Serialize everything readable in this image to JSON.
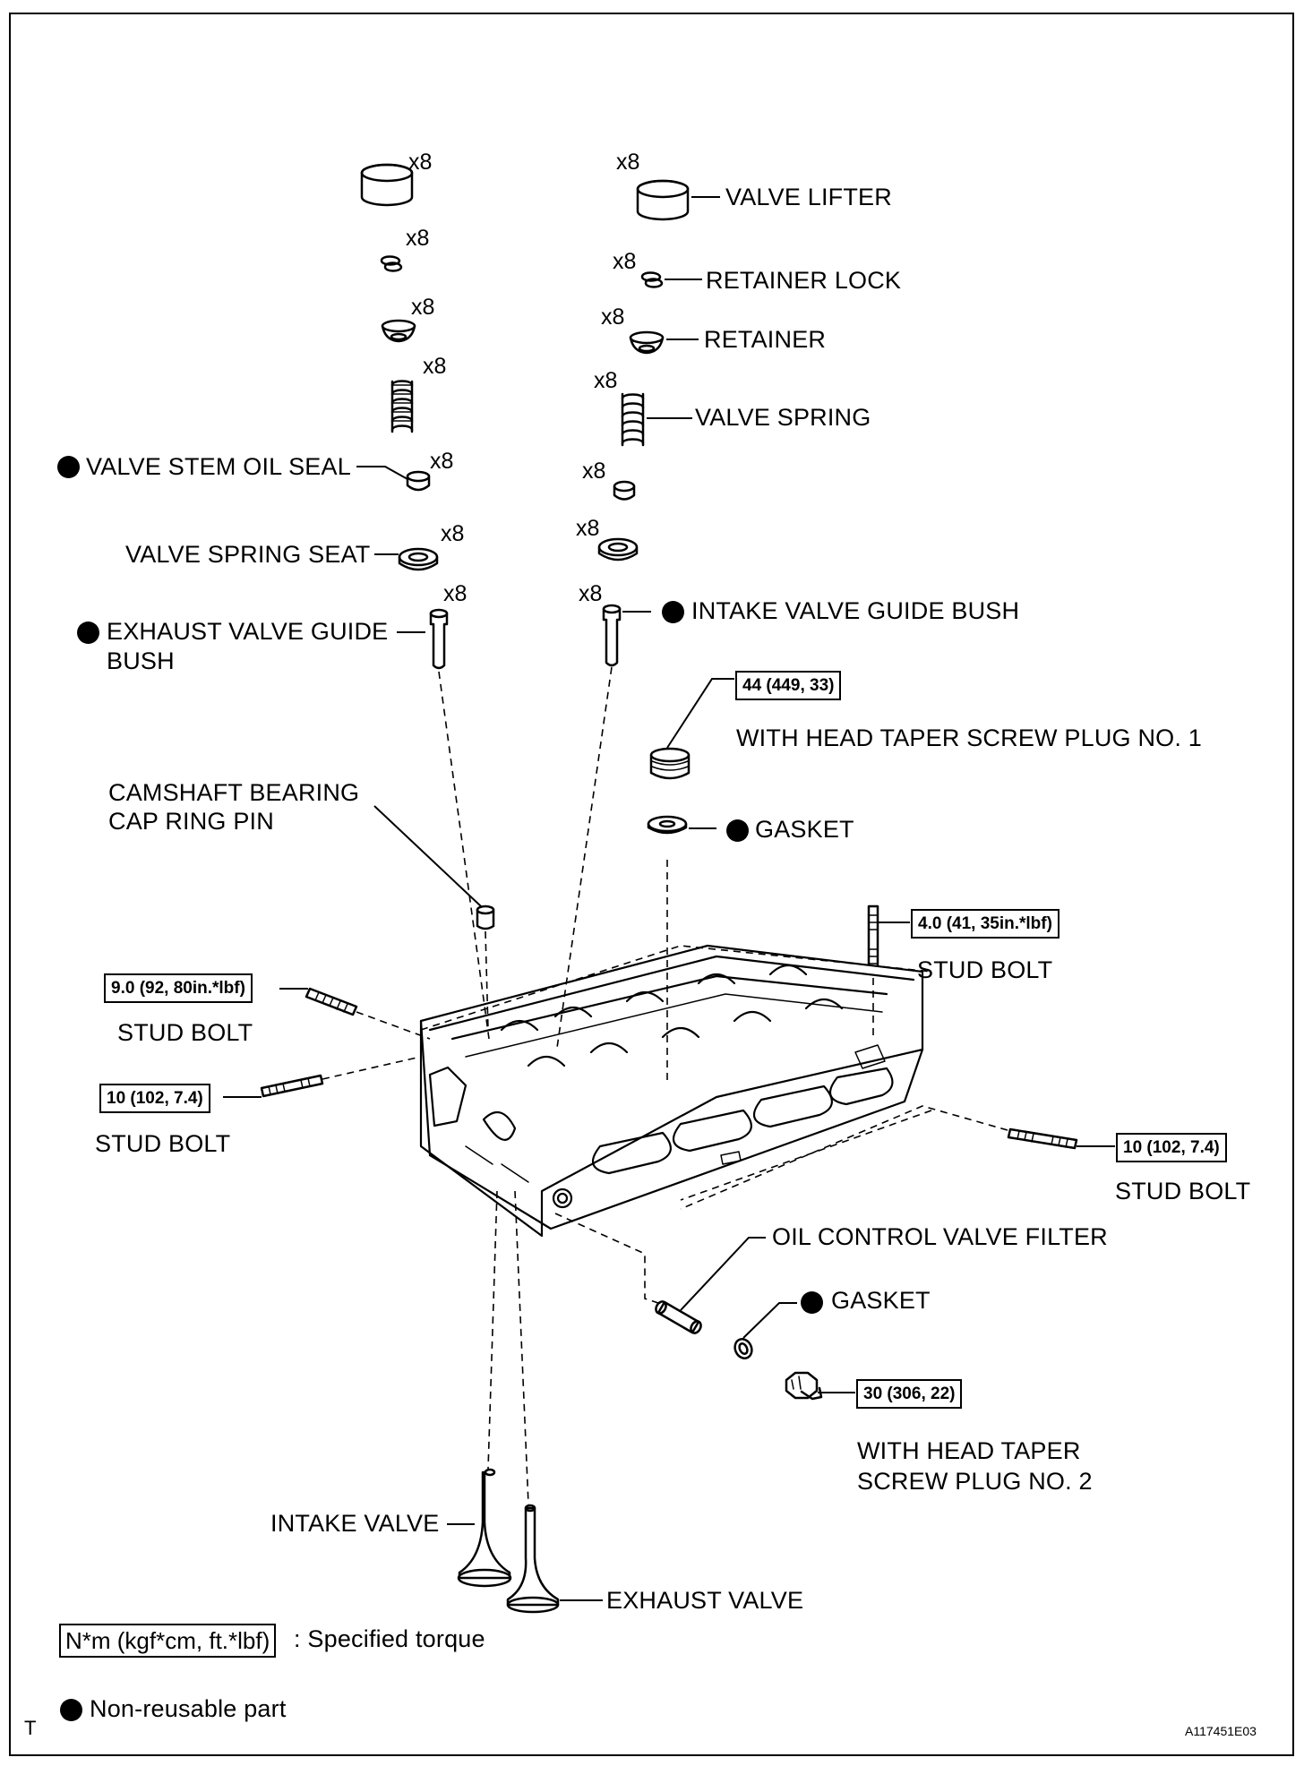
{
  "labels": {
    "valve_lifter": "VALVE LIFTER",
    "retainer_lock": "RETAINER LOCK",
    "retainer": "RETAINER",
    "valve_spring": "VALVE SPRING",
    "valve_stem_oil_seal": "VALVE STEM OIL SEAL",
    "valve_spring_seat": "VALVE SPRING SEAT",
    "exhaust_guide_1": "EXHAUST VALVE GUIDE",
    "exhaust_guide_2": "BUSH",
    "intake_guide": "INTAKE VALVE GUIDE BUSH",
    "plug1": "WITH HEAD TAPER SCREW PLUG NO. 1",
    "gasket_top": "GASKET",
    "cam_pin_1": "CAMSHAFT BEARING",
    "cam_pin_2": "CAP RING PIN",
    "stud_bolt": "STUD BOLT",
    "oil_filter": "OIL CONTROL VALVE FILTER",
    "gasket_bottom": "GASKET",
    "plug2_1": "WITH HEAD TAPER",
    "plug2_2": "SCREW PLUG NO. 2",
    "intake_valve": "INTAKE VALVE",
    "exhaust_valve": "EXHAUST VALVE"
  },
  "quantity": "x8",
  "torques": {
    "plug1": "44 (449, 33)",
    "stud_top_right": "4.0 (41, 35in.*lbf)",
    "stud_left_upper": "9.0 (92, 80in.*lbf)",
    "stud_left_lower": "10 (102, 7.4)",
    "stud_right": "10 (102, 7.4)",
    "plug2": "30 (306, 22)"
  },
  "legend": {
    "torque_units": "N*m (kgf*cm, ft.*lbf)",
    "torque_desc": ": Specified torque",
    "nonreusable": "Non-reusable part"
  },
  "corner_letter": "T",
  "figure_id": "A117451E03"
}
